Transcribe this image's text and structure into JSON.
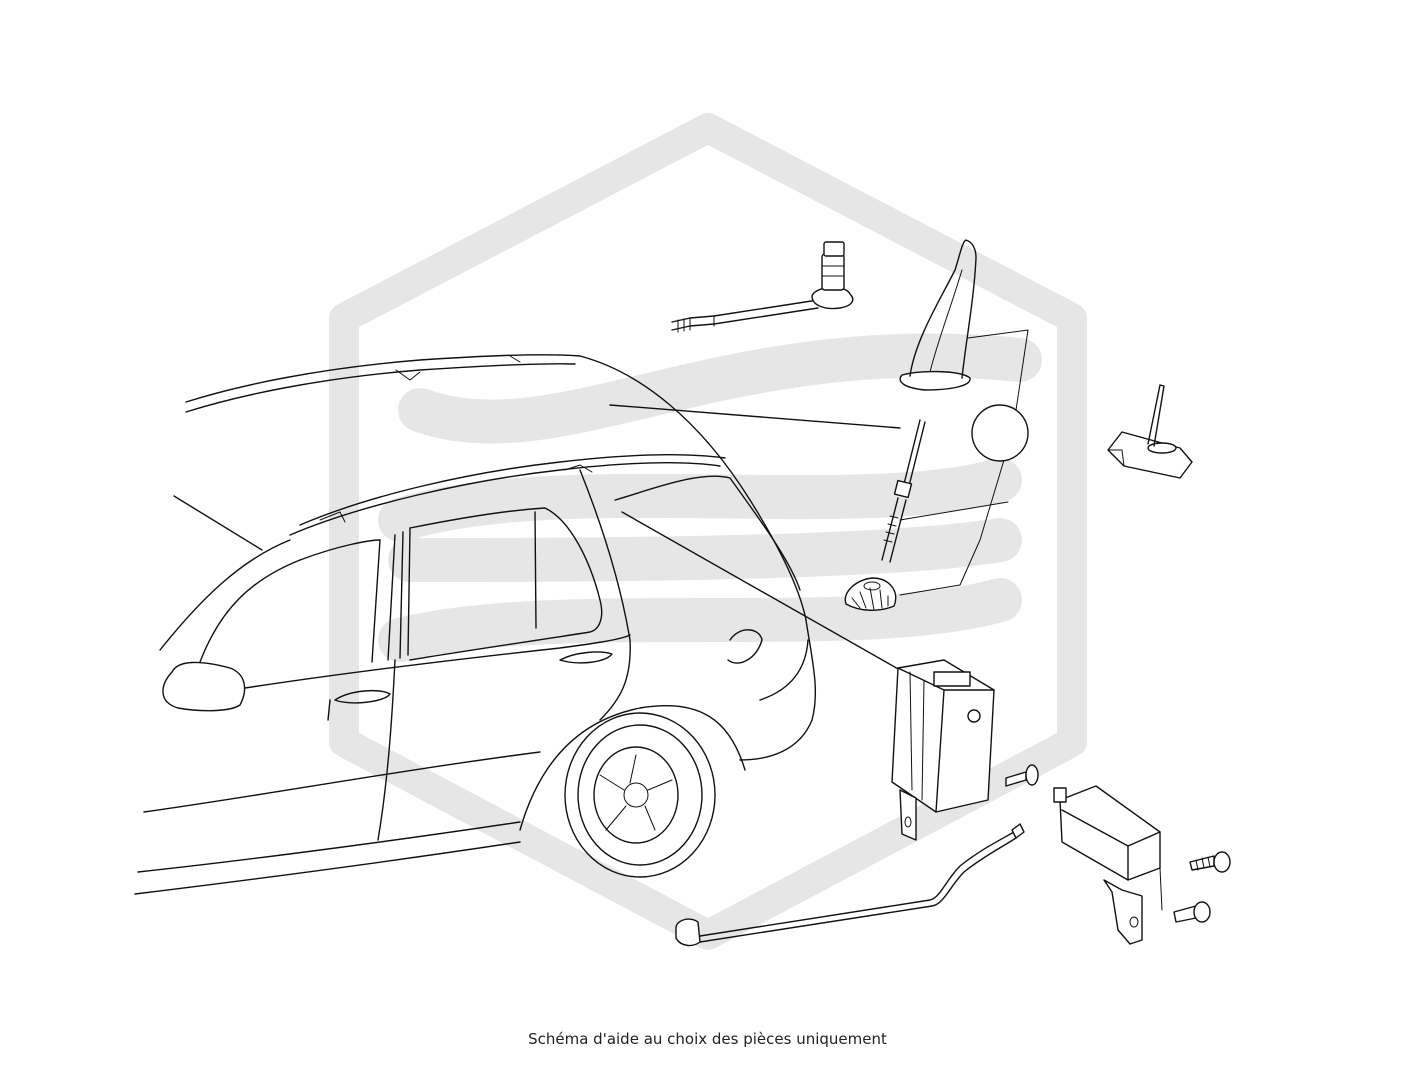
{
  "caption": "Schéma d'aide au choix des pièces uniquement",
  "watermark_logo": "hexagon-s-logo",
  "parts": [
    "roof-antenna-fin",
    "antenna-base-plug",
    "antenna-rod",
    "antenna-grommet",
    "stub-antenna",
    "antenna-amplifier-module",
    "control-unit-with-bracket",
    "screw",
    "antenna-cable"
  ]
}
